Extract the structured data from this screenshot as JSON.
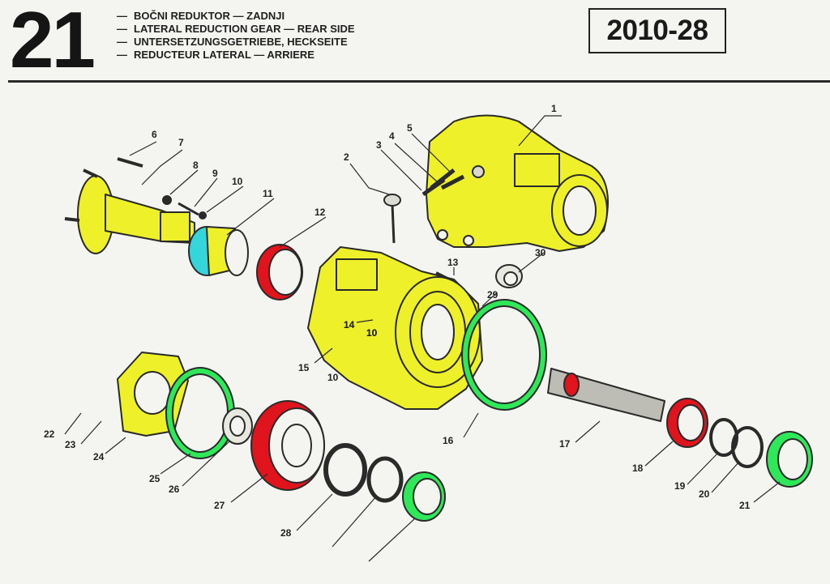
{
  "header": {
    "page_number": "21",
    "reference": "2010-28",
    "titles": [
      {
        "dash": "—",
        "text": "BOČNI REDUKTOR — ZADNJI"
      },
      {
        "dash": "—",
        "text": "LATERAL REDUCTION GEAR — REAR SIDE"
      },
      {
        "dash": "—",
        "text": "UNTERSETZUNGSGETRIEBE, HECKSEITE"
      },
      {
        "dash": "—",
        "text": "REDUCTEUR LATERAL — ARRIERE"
      }
    ]
  },
  "colors": {
    "housing": "#eef02a",
    "bearing": "#e0141c",
    "seal_gasket": "#2ee85a",
    "sleeve": "#34d6dc",
    "outline": "#2a2a2a"
  },
  "callouts": [
    "1",
    "2",
    "3",
    "4",
    "5",
    "6",
    "7",
    "8",
    "9",
    "10",
    "11",
    "12",
    "13",
    "14",
    "10",
    "30",
    "29",
    "14",
    "10",
    "15",
    "10",
    "16",
    "17",
    "18",
    "19",
    "20",
    "21",
    "22",
    "23",
    "24",
    "25",
    "26",
    "27",
    "28"
  ]
}
